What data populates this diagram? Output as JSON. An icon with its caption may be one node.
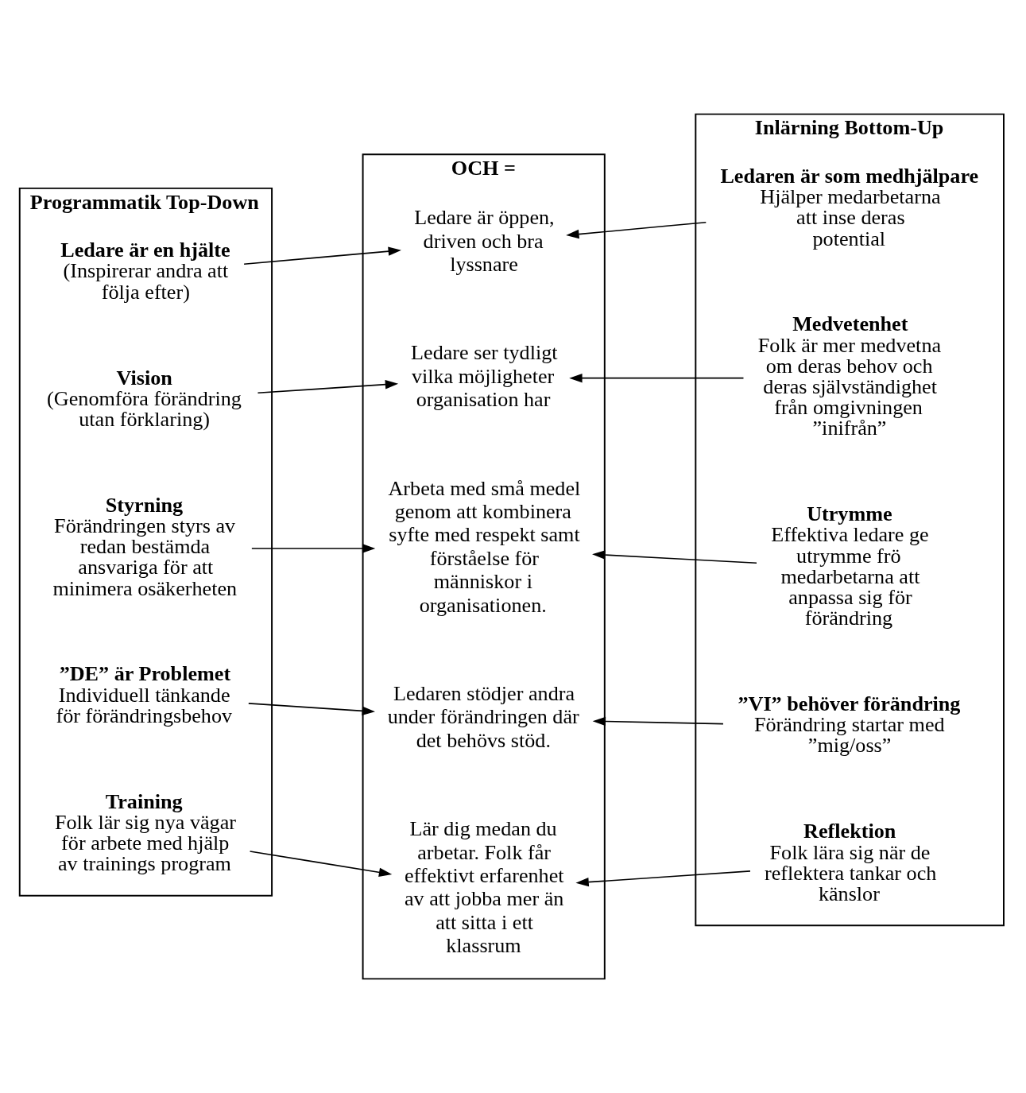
{
  "diagram": {
    "nodes": [
      {
        "text": [
          "Programmatik Top-Down"
        ]
      },
      {
        "text": [
          "Ledare är en hjälte",
          "(Inspirerar andra att följa efter)"
        ],
        "in": 0
      },
      {
        "text": [
          "Vision",
          "(Genomföra förändring utan förklaring)"
        ],
        "in": 0
      },
      {
        "text": [
          "Styrning",
          "Förändringen styrs av redan bestämda ansvariga för att minimera osäkerheten"
        ],
        "in": 0
      },
      {
        "text": [
          "”DE” är Problemet",
          "Individuell tänkande för förändringsbehov"
        ],
        "in": 0
      },
      {
        "text": [
          "Training",
          "Folk lär sig nya vägar för arbete med hjälp av trainings program"
        ],
        "in": 0
      },
      {
        "text": [
          "OCH ="
        ]
      },
      {
        "text": [
          "Ledare är öppen, driven och bra lyssnare"
        ],
        "in": 6
      },
      {
        "text": [
          "Ledare ser tydligt vilka möjligheter organisation har"
        ],
        "in": 6
      },
      {
        "text": [
          "Arbeta med små medel genom att kombinera syfte med respekt samt förståelse för människor i organisationen."
        ],
        "in": 6
      },
      {
        "text": [
          "Ledaren stödjer andra under förändringen där det behövs stöd."
        ],
        "in": 6
      },
      {
        "text": [
          "Lär dig medan du arbetar. Folk får effektivt erfarenhet av att jobba mer än att sitta i ett klassrum"
        ],
        "in": 6
      },
      {
        "text": [
          "Inlärning Bottom-Up"
        ]
      },
      {
        "text": [
          "Ledaren är som medhjälpare",
          "Hjälper medarbetarna att inse deras potential"
        ],
        "in": 12
      },
      {
        "text": [
          "Medvetenhet",
          "Folk är mer medvetna om deras behov och deras självständighet från omgivningen ”inifrån”"
        ],
        "in": 12
      },
      {
        "text": [
          "Utrymme",
          "Effektiva ledare ge utrymme frö medarbetarna att anpassa sig för förändring"
        ],
        "in": 12
      },
      {
        "text": [
          "”VI” behöver förändring",
          "Förändring startar med ”mig/oss”"
        ],
        "in": 12
      },
      {
        "text": [
          "Reflektion",
          "Folk lära sig när de reflektera tankar och känslor"
        ],
        "in": 12
      }
    ],
    "edges": [
      {
        "from": 1,
        "to": 7,
        "arrow": "to"
      },
      {
        "from": 13,
        "to": 7,
        "arrow": "to"
      },
      {
        "from": 2,
        "to": 8,
        "arrow": "to"
      },
      {
        "from": 14,
        "to": 8,
        "arrow": "to"
      },
      {
        "from": 3,
        "to": 9,
        "arrow": "to"
      },
      {
        "from": 15,
        "to": 9,
        "arrow": "to"
      },
      {
        "from": 4,
        "to": 10,
        "arrow": "to"
      },
      {
        "from": 16,
        "to": 10,
        "arrow": "to"
      },
      {
        "from": 5,
        "to": 11,
        "arrow": "to"
      },
      {
        "from": 17,
        "to": 11,
        "arrow": "to"
      }
    ]
  }
}
